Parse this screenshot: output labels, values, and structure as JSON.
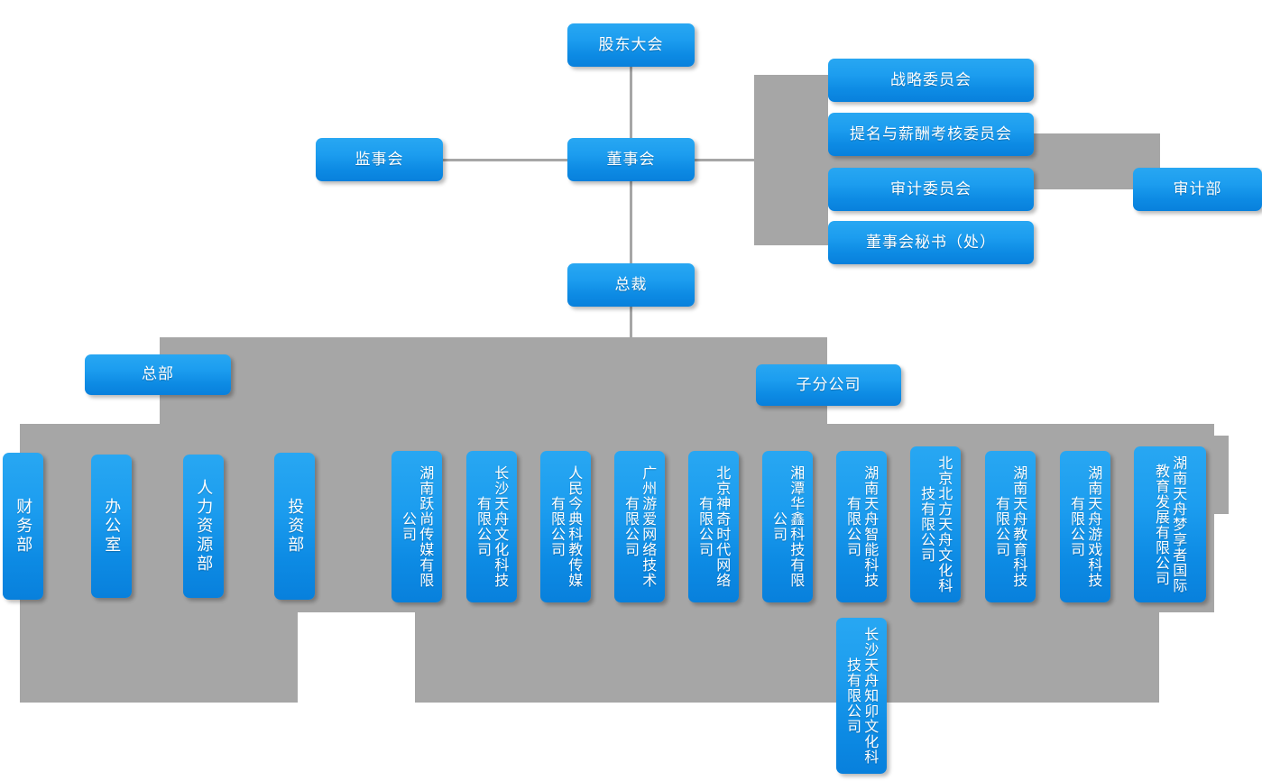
{
  "chart_title": "",
  "colors": {
    "box_top": "#28A7F2",
    "box_bottom": "#0880DC",
    "backdrop_gray": "#A6A6A6",
    "connector_gray": "#A6A6A6",
    "text": "#FFFFFF",
    "page_background": "#FFFFFF"
  },
  "governance": {
    "shareholders_meeting": "股东大会",
    "board_of_directors": "董事会",
    "board_of_supervisors": "监事会",
    "president": "总裁"
  },
  "committees": [
    {
      "label": "战略委员会"
    },
    {
      "label": "提名与薪酬考核委员会"
    },
    {
      "label": "审计委员会"
    },
    {
      "label": "董事会秘书（处）"
    }
  ],
  "audit_department": "审计部",
  "groups": {
    "headquarters": "总部",
    "subsidiaries": "子分公司"
  },
  "headquarters_departments": [
    {
      "label": "财务部"
    },
    {
      "label": "办公室"
    },
    {
      "label": "人力资源部"
    },
    {
      "label": "投资部"
    }
  ],
  "subsidiary_companies": [
    {
      "label": "湖南跃尚传媒有限公司"
    },
    {
      "label": "长沙天舟文化科技有限公司"
    },
    {
      "label": "人民今典科教传媒有限公司"
    },
    {
      "label": "广州游爱网络技术有限公司"
    },
    {
      "label": "北京神奇时代网络有限公司"
    },
    {
      "label": "湘潭华鑫科技有限公司"
    },
    {
      "label": "湖南天舟智能科技有限公司"
    },
    {
      "label": "北京北方天舟文化科技有限公司"
    },
    {
      "label": "湖南天舟教育科技有限公司"
    },
    {
      "label": "湖南天舟游戏科技有限公司"
    },
    {
      "label": "湖南天舟梦享者国际教育发展有限公司"
    }
  ],
  "subsidiary_companies_row2": [
    {
      "label": "长沙天舟知卯文化科技有限公司"
    }
  ]
}
